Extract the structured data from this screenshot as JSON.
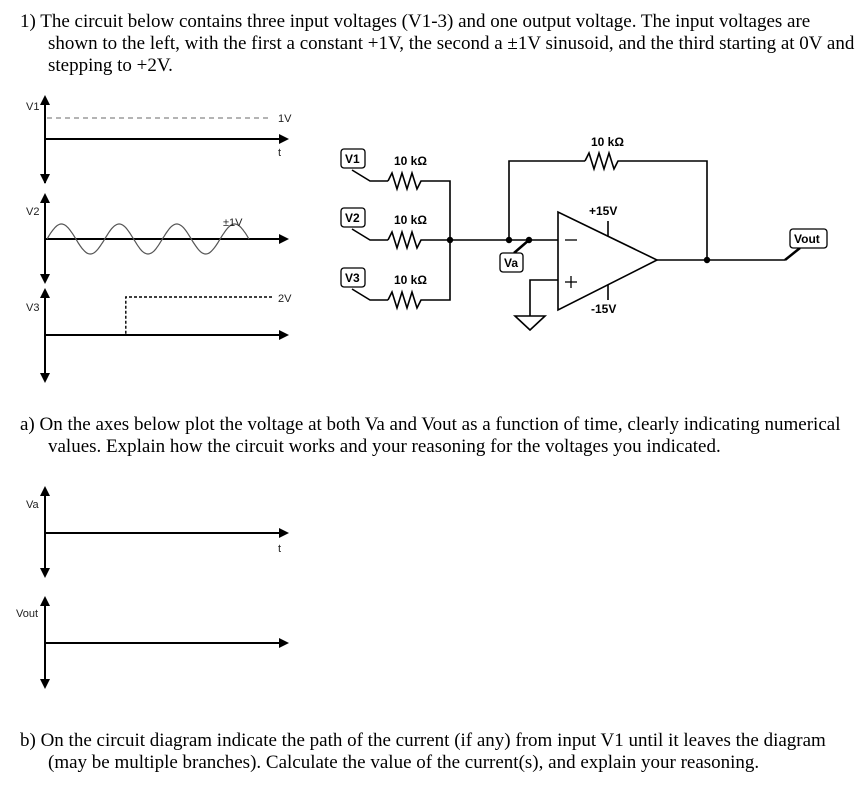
{
  "question_1": {
    "text": "1) The circuit below contains three input voltages (V1-3) and one output voltage. The input voltages are shown to the left, with the first a constant +1V, the second a ±1V sinusoid, and the third starting at 0V and stepping to +2V."
  },
  "part_a": {
    "text": "a) On the axes below plot the voltage at both Va and Vout as a function of time, clearly indicating numerical values. Explain how the circuit works and your reasoning for the voltages you indicated."
  },
  "part_b": {
    "text": "b) On the circuit diagram indicate the path of the current (if any) from input V1 until it leaves the diagram (may be multiple branches). Calculate the value of the current(s), and explain your reasoning."
  },
  "input_plots": {
    "v1": {
      "axis_label": "V1",
      "level_label": "1V",
      "time_label": "t",
      "value_volts": 1
    },
    "v2": {
      "axis_label": "V2",
      "amplitude_label": "±1V",
      "amplitude_volts": 1,
      "cycles": 3.5
    },
    "v3": {
      "axis_label": "V3",
      "level_label": "2V",
      "initial_volts": 0,
      "step_volts": 2,
      "step_at_fraction": 0.35
    }
  },
  "answer_plots": {
    "va": {
      "axis_label": "Va",
      "time_label": "t"
    },
    "vout": {
      "axis_label": "Vout"
    }
  },
  "circuit": {
    "inputs": [
      {
        "probe": "V1",
        "resistor": "10 kΩ"
      },
      {
        "probe": "V2",
        "resistor": "10 kΩ"
      },
      {
        "probe": "V3",
        "resistor": "10 kΩ"
      }
    ],
    "feedback_resistor": "10 kΩ",
    "node_probe": "Va",
    "output_probe": "Vout",
    "supply_positive": "+15V",
    "supply_negative": "-15V",
    "inverting_symbol": "−",
    "noninverting_symbol": "+"
  }
}
